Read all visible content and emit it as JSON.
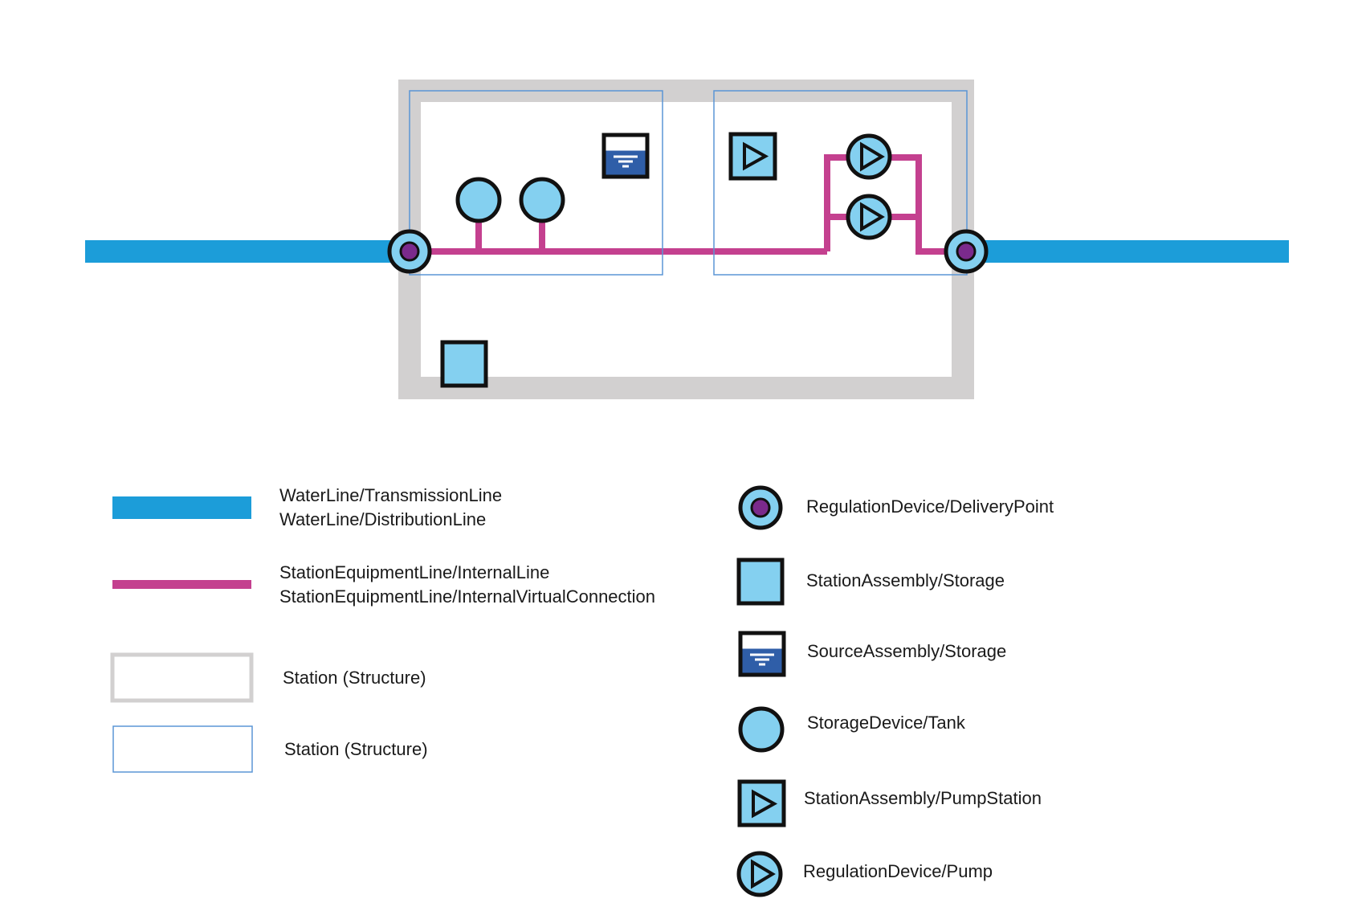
{
  "colors": {
    "water_line": "#1c9dd9",
    "internal_line": "#c4408f",
    "station_outer": "#d2d0d0",
    "station_inner": "#5b95d5",
    "fill_light": "#84d0f0",
    "fill_dark": "#2f5ea8",
    "stroke": "#111111",
    "delivery_core": "#7b2a8c"
  },
  "icons": {
    "delivery_point": "delivery-point-icon",
    "station_storage": "square-storage-icon",
    "source_storage": "source-storage-icon",
    "tank": "tank-icon",
    "pump_station": "pump-station-icon",
    "pump": "pump-icon"
  },
  "legend": {
    "water_lines": [
      "WaterLine/TransmissionLine",
      "WaterLine/DistributionLine"
    ],
    "internal_lines": [
      "StationEquipmentLine/InternalLine",
      "StationEquipmentLine/InternalVirtualConnection"
    ],
    "station_outer": "Station (Structure)",
    "station_inner": "Station (Structure)",
    "delivery_point": "RegulationDevice/DeliveryPoint",
    "station_storage": "StationAssembly/Storage",
    "source_storage": "SourceAssembly/Storage",
    "tank": "StorageDevice/Tank",
    "pump_station": "StationAssembly/PumpStation",
    "pump": "RegulationDevice/Pump"
  }
}
